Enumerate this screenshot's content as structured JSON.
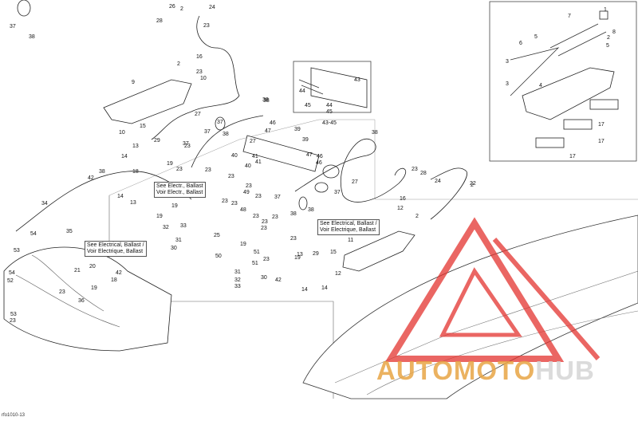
{
  "labels": [
    "1",
    "2",
    "3",
    "4",
    "5",
    "6",
    "7",
    "8",
    "9",
    "10",
    "11",
    "12",
    "13",
    "14",
    "15",
    "16",
    "17",
    "18",
    "19",
    "20",
    "21",
    "22",
    "23",
    "24",
    "25",
    "26",
    "27",
    "28",
    "29",
    "30",
    "31",
    "32",
    "33",
    "34",
    "35",
    "36",
    "37",
    "38",
    "39",
    "40",
    "41",
    "42",
    "43",
    "44",
    "45",
    "46",
    "47",
    "48",
    "49",
    "50",
    "51",
    "52",
    "53",
    "54"
  ],
  "notes": {
    "ballast_left": [
      "See Electrical, Ballast /",
      "Voir Electrique, Ballast"
    ],
    "ballast_mid": [
      "See Electr., Ballast",
      "Voir Electr., Ballast"
    ],
    "ballast_right": [
      "See Electrical, Ballast /",
      "Voir Electrique, Ballast"
    ]
  },
  "kit_label": "43-45",
  "diagram_code": "rfo1010-13",
  "watermark": {
    "brand_a": "AUTOMOTO",
    "brand_b": "HUB",
    "color": "#e3342f",
    "accent": "#e8a545"
  }
}
